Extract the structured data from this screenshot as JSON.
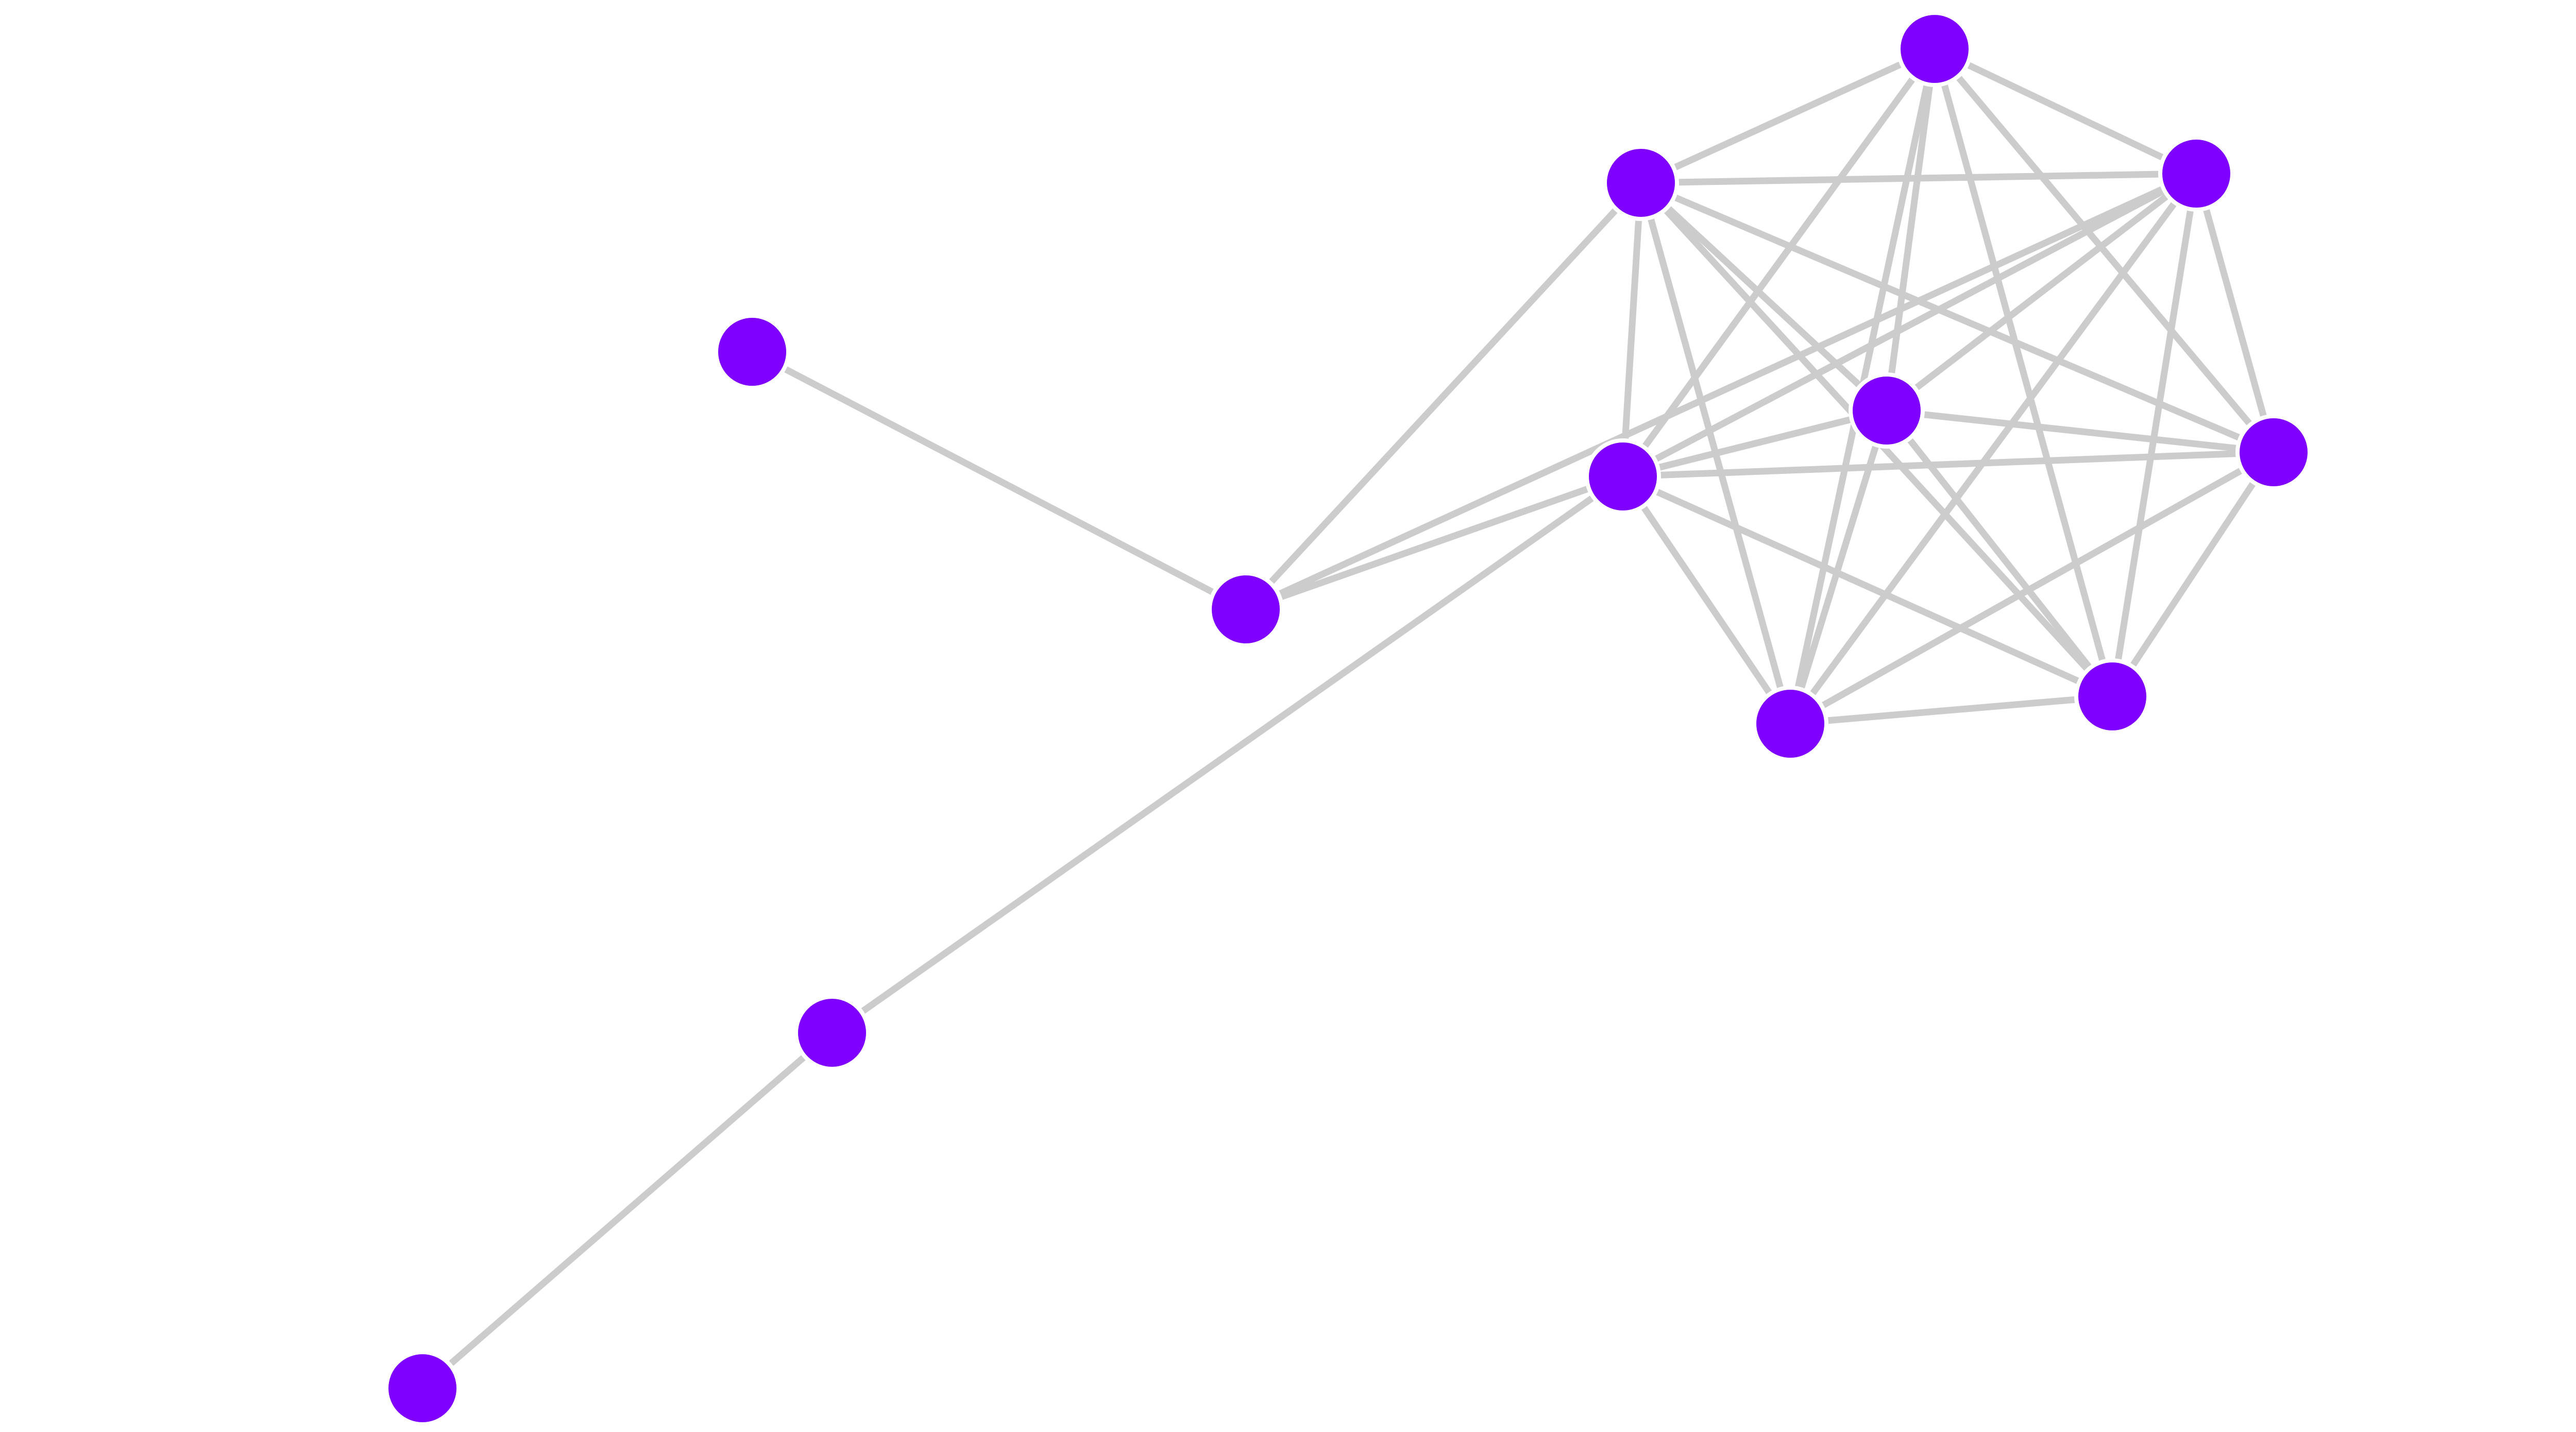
{
  "graph": {
    "colors": {
      "node_fill": "#7f00ff",
      "node_stroke": "#ffffff",
      "edge": "#cccccc",
      "background": "#ffffff"
    },
    "nodes": [
      {
        "id": "n0"
      },
      {
        "id": "n1"
      },
      {
        "id": "n2"
      },
      {
        "id": "n3"
      },
      {
        "id": "n4"
      },
      {
        "id": "n5"
      },
      {
        "id": "n6"
      },
      {
        "id": "n7"
      },
      {
        "id": "n8"
      },
      {
        "id": "n9"
      },
      {
        "id": "n10"
      },
      {
        "id": "n11"
      }
    ],
    "edges": [
      [
        "n2",
        "n3"
      ],
      [
        "n3",
        "n5"
      ],
      [
        "n3",
        "n8"
      ],
      [
        "n3",
        "n6"
      ],
      [
        "n4",
        "n5"
      ],
      [
        "n0",
        "n4"
      ],
      [
        "n6",
        "n7"
      ],
      [
        "n6",
        "n8"
      ],
      [
        "n6",
        "n9"
      ],
      [
        "n6",
        "n10"
      ],
      [
        "n6",
        "n11"
      ],
      [
        "n6",
        "n1"
      ],
      [
        "n6",
        "n5"
      ],
      [
        "n7",
        "n8"
      ],
      [
        "n7",
        "n9"
      ],
      [
        "n7",
        "n10"
      ],
      [
        "n7",
        "n11"
      ],
      [
        "n7",
        "n1"
      ],
      [
        "n7",
        "n5"
      ],
      [
        "n8",
        "n9"
      ],
      [
        "n8",
        "n10"
      ],
      [
        "n8",
        "n11"
      ],
      [
        "n8",
        "n1"
      ],
      [
        "n8",
        "n5"
      ],
      [
        "n9",
        "n10"
      ],
      [
        "n9",
        "n11"
      ],
      [
        "n9",
        "n1"
      ],
      [
        "n9",
        "n5"
      ],
      [
        "n10",
        "n11"
      ],
      [
        "n10",
        "n1"
      ],
      [
        "n10",
        "n5"
      ],
      [
        "n11",
        "n1"
      ],
      [
        "n11",
        "n5"
      ],
      [
        "n1",
        "n5"
      ]
    ]
  }
}
